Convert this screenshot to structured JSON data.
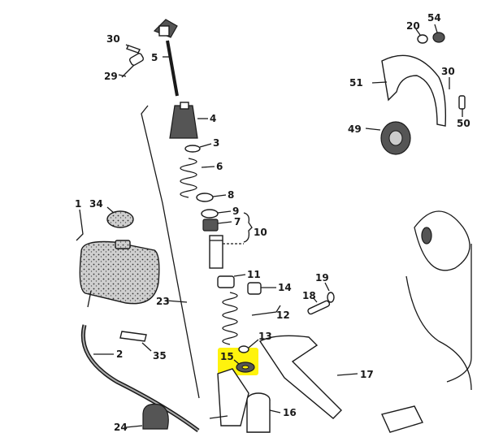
{
  "labels": {
    "l30a": "30",
    "l5": "5",
    "l29": "29",
    "l4": "4",
    "l3": "3",
    "l6": "6",
    "l8": "8",
    "l9": "9",
    "l7": "7",
    "l10": "10",
    "l11": "11",
    "l14": "14",
    "l12": "12",
    "l23": "23",
    "l13": "13",
    "l15": "15",
    "l16": "16",
    "l17": "17",
    "l18": "18",
    "l19": "19",
    "l34": "34",
    "l1": "1",
    "l2": "2",
    "l35": "35",
    "l24": "24",
    "l20": "20",
    "l54": "54",
    "l51": "51",
    "l49": "49",
    "l30b": "30",
    "l50": "50"
  },
  "highlight": {
    "part": "15",
    "color": "#fff200"
  }
}
